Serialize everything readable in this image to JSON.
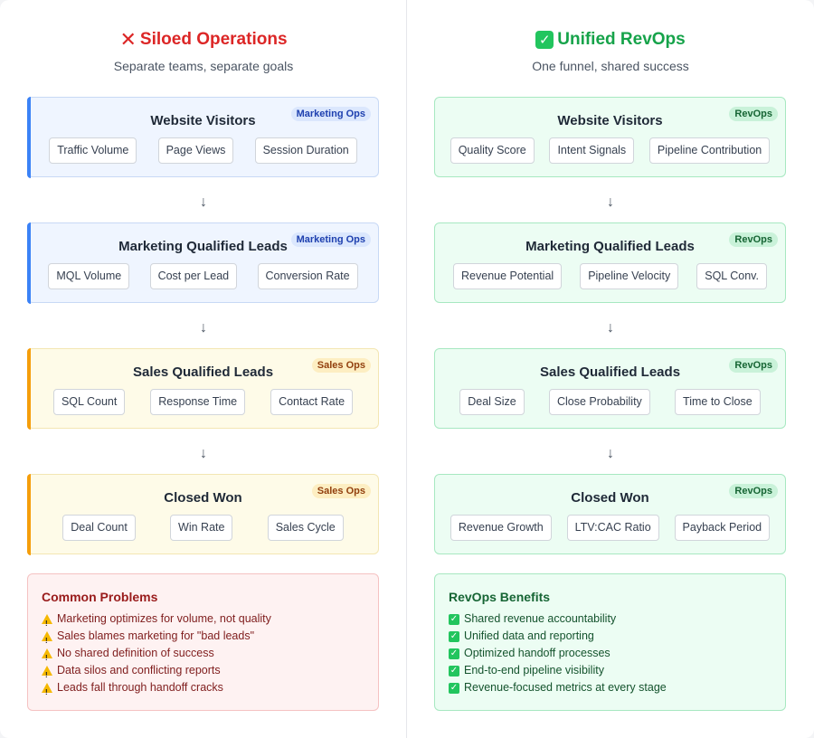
{
  "left": {
    "title": "Siloed Operations",
    "subtitle": "Separate teams, separate goals",
    "stages": [
      {
        "title": "Website Visitors",
        "badge": "Marketing Ops",
        "metrics": [
          "Traffic Volume",
          "Page Views",
          "Session Duration"
        ]
      },
      {
        "title": "Marketing Qualified Leads",
        "badge": "Marketing Ops",
        "metrics": [
          "MQL Volume",
          "Cost per Lead",
          "Conversion Rate"
        ]
      },
      {
        "title": "Sales Qualified Leads",
        "badge": "Sales Ops",
        "metrics": [
          "SQL Count",
          "Response Time",
          "Contact Rate"
        ]
      },
      {
        "title": "Closed Won",
        "badge": "Sales Ops",
        "metrics": [
          "Deal Count",
          "Win Rate",
          "Sales Cycle"
        ]
      }
    ],
    "notes_title": "Common Problems",
    "notes": [
      "Marketing optimizes for volume, not quality",
      "Sales blames marketing for \"bad leads\"",
      "No shared definition of success",
      "Data silos and conflicting reports",
      "Leads fall through handoff cracks"
    ]
  },
  "right": {
    "title": "Unified RevOps",
    "subtitle": "One funnel, shared success",
    "stages": [
      {
        "title": "Website Visitors",
        "badge": "RevOps",
        "metrics": [
          "Quality Score",
          "Intent Signals",
          "Pipeline Contribution"
        ]
      },
      {
        "title": "Marketing Qualified Leads",
        "badge": "RevOps",
        "metrics": [
          "Revenue Potential",
          "Pipeline Velocity",
          "SQL Conv."
        ]
      },
      {
        "title": "Sales Qualified Leads",
        "badge": "RevOps",
        "metrics": [
          "Deal Size",
          "Close Probability",
          "Time to Close"
        ]
      },
      {
        "title": "Closed Won",
        "badge": "RevOps",
        "metrics": [
          "Revenue Growth",
          "LTV:CAC Ratio",
          "Payback Period"
        ]
      }
    ],
    "notes_title": "RevOps Benefits",
    "notes": [
      "Shared revenue accountability",
      "Unified data and reporting",
      "Optimized handoff processes",
      "End-to-end pipeline visibility",
      "Revenue-focused metrics at every stage"
    ]
  },
  "arrow_glyph": "↓",
  "icons": {
    "left_title": "cross-mark-icon",
    "right_title": "check-mark-icon",
    "problem_bullet": "warning-icon",
    "benefit_bullet": "check-box-icon"
  },
  "colors": {
    "siloed_title": "#dc2626",
    "revops_title": "#16a34a",
    "marketing_accent": "#3b82f6",
    "sales_accent": "#f59e0b",
    "revops_accent": "#22c55e"
  }
}
